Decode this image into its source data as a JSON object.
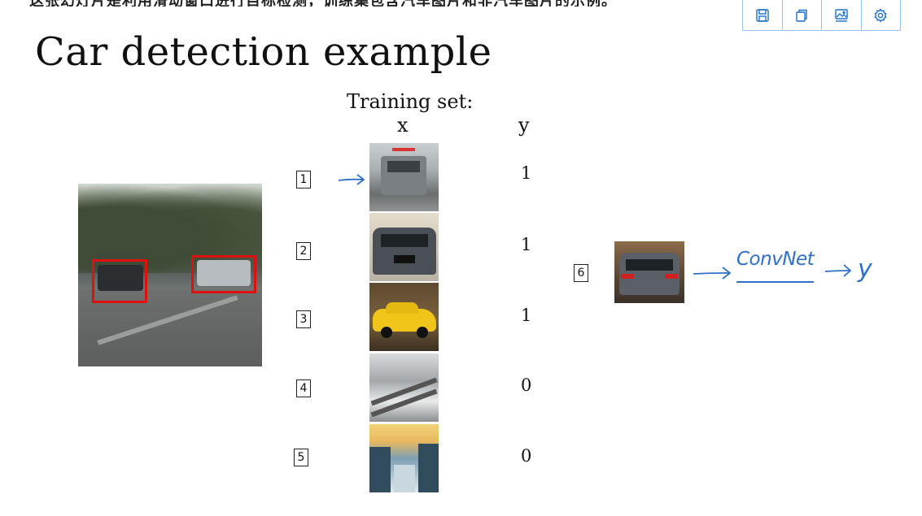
{
  "top_caption": "这张幻灯片是利用滑动窗口进行目标检测，训练集包含汽车图片和非汽车图片的示例。",
  "toolbar": {
    "buttons": [
      {
        "name": "save-icon"
      },
      {
        "name": "copy-icon"
      },
      {
        "name": "image-icon"
      },
      {
        "name": "settings-icon"
      }
    ]
  },
  "slide": {
    "title": "Car detection example",
    "training_set_label": "Training set:",
    "x_header": "x",
    "y_header": "y",
    "rows": [
      {
        "index": "1",
        "y": "1"
      },
      {
        "index": "2",
        "y": "1"
      },
      {
        "index": "3",
        "y": "1"
      },
      {
        "index": "4",
        "y": "0"
      },
      {
        "index": "5",
        "y": "0"
      }
    ],
    "test_index": "6",
    "convnet_label": "ConvNet",
    "output_label": "y"
  },
  "colors": {
    "bounding_box": "#e01010",
    "handwriting": "#2f6fc8",
    "toolbar_border": "#9cc3e6"
  }
}
